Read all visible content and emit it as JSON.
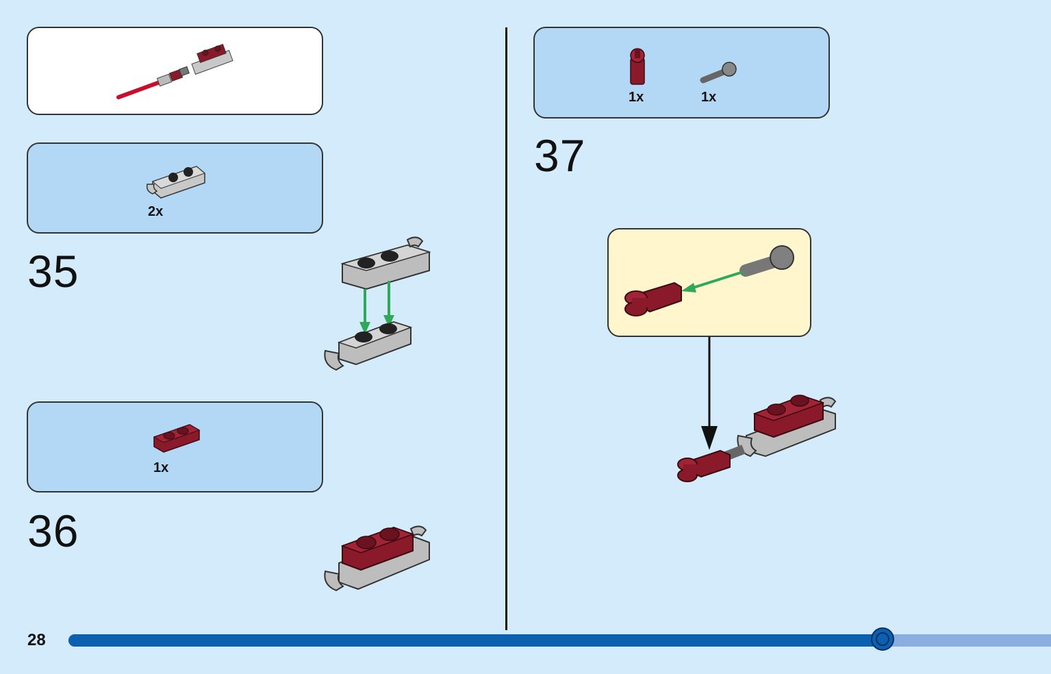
{
  "page": {
    "number": "28"
  },
  "progress": {
    "value": 0.83
  },
  "colors": {
    "background": "#d3ebfb",
    "parts_box": "#b3d8f5",
    "callout": "#fff6cd",
    "progress_fill": "#0b60b0",
    "progress_track": "#8aaee0",
    "arrow_green": "#2fa85a",
    "brick_dark_red": "#8a1a2a",
    "brick_gray": "#c8c8c8"
  },
  "steps": [
    {
      "number": "35",
      "parts": [
        {
          "icon": "gray-plate-with-clip-icon",
          "qty": "2x"
        }
      ]
    },
    {
      "number": "36",
      "parts": [
        {
          "icon": "dark-red-plate-1x2-icon",
          "qty": "1x"
        }
      ]
    },
    {
      "number": "37",
      "parts": [
        {
          "icon": "dark-red-clip-bar-icon",
          "qty": "1x"
        },
        {
          "icon": "gray-ball-joint-icon",
          "qty": "1x"
        }
      ]
    }
  ]
}
